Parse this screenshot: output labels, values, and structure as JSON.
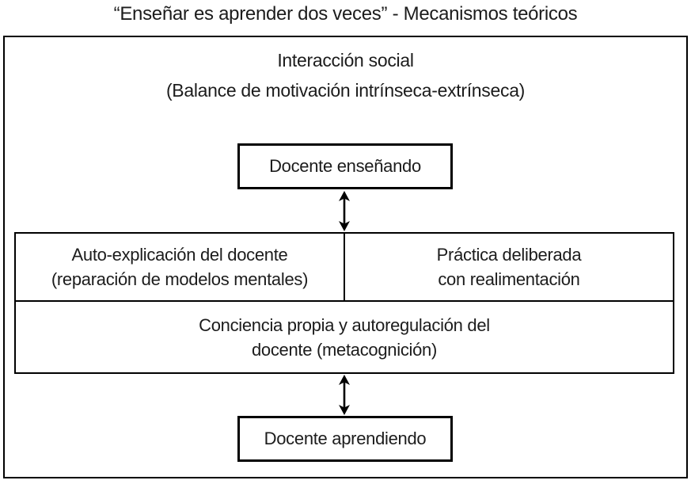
{
  "title": "“Enseñar es aprender dos veces” - Mecanismos teóricos",
  "container_heading": {
    "line1": "Interacción social",
    "line2": "(Balance de motivación intrínseca-extrínseca)"
  },
  "boxes": {
    "teaching": "Docente enseñando",
    "learning": "Docente aprendiendo"
  },
  "cells": {
    "self_explanation": {
      "line1": "Auto-explicación del docente",
      "line2": "(reparación de modelos mentales)"
    },
    "deliberate_practice": {
      "line1": "Práctica deliberada",
      "line2": "con realimentación"
    },
    "metacognition": {
      "line1": "Conciencia propia y autoregulación del",
      "line2": "docente (metacognición)"
    }
  },
  "icons": {
    "vertical_double_arrow": "double-headed vertical arrow"
  },
  "colors": {
    "line": "#000000",
    "text": "#1c1c1c",
    "background": "#ffffff"
  }
}
